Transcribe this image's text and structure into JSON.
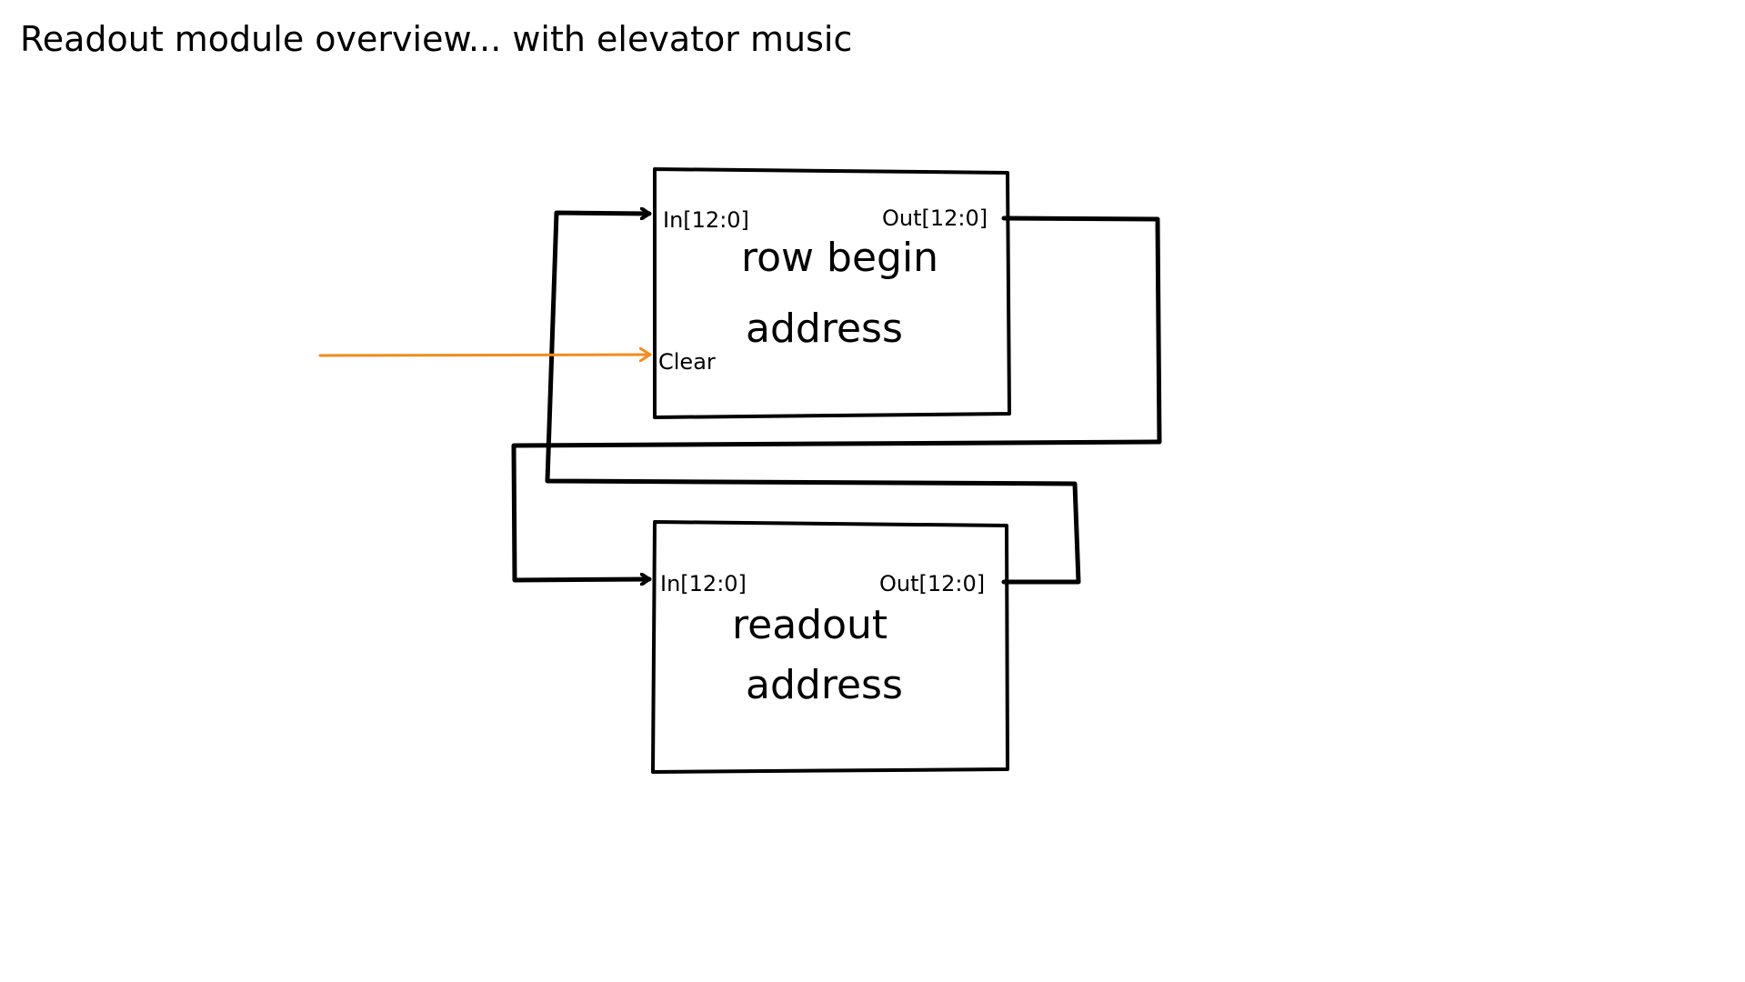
{
  "title": "Readout module overview... with elevator music",
  "colors": {
    "ink": "#000000",
    "clear_signal": "#f28c1e"
  },
  "blocks": {
    "row_begin": {
      "line1": "row begin",
      "line2": "address",
      "in_port": "In[12:0]",
      "out_port": "Out[12:0]",
      "clear_port": "Clear"
    },
    "readout": {
      "line1": "readout",
      "line2": "address",
      "in_port": "In[12:0]",
      "out_port": "Out[12:0]"
    }
  }
}
